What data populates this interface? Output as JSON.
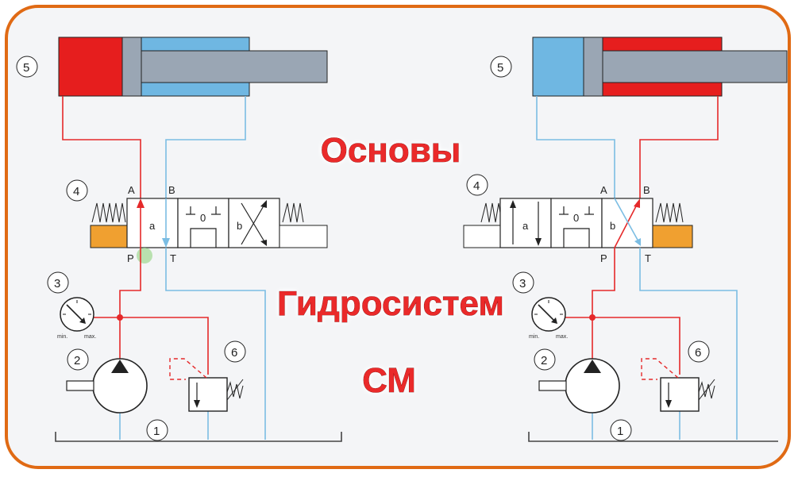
{
  "title": {
    "line1": "Основы",
    "line2": "Гидросистем",
    "line3": "СМ"
  },
  "labels": {
    "cylinder": "5",
    "valve": "4",
    "gauge": "3",
    "pump": "2",
    "tank": "1",
    "relief_valve": "6",
    "port_a": "A",
    "port_b": "B",
    "port_p": "P",
    "port_t": "T",
    "position_a": "a",
    "position_0": "0",
    "position_b": "b",
    "gauge_min": "min.",
    "gauge_max": "max."
  },
  "colors": {
    "frame": "#e06a14",
    "pressure": "#e5292a",
    "return": "#7bbde3",
    "cylinder_red": "#e61e1e",
    "cylinder_blue": "#6fb7e2",
    "solenoid": "#f0a030"
  }
}
